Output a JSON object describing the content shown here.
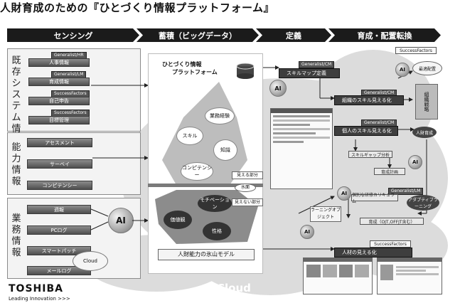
{
  "title": "人財育成のための『ひとづくり情報プラットフォーム』",
  "phases": [
    "センシング",
    "蓄積（ビッグデータ）",
    "定義",
    "育成・配置転換"
  ],
  "left": {
    "existing": {
      "label": "既存システム情報",
      "items": [
        {
          "tag": "Generalist/HR",
          "label": "人事情報"
        },
        {
          "tag": "Generalist/LM",
          "label": "育成情報"
        },
        {
          "tag": "SuccessFactors",
          "label": "自己申告"
        },
        {
          "tag": "SuccessFactors",
          "label": "目標管理"
        }
      ]
    },
    "ability": {
      "label": "能力情報",
      "items": [
        "アセスメント",
        "サーベイ",
        "コンピテンシー"
      ]
    },
    "work": {
      "label": "業務情報",
      "items": [
        "週報",
        "PCログ",
        "スマートパッチ",
        "メールログ"
      ]
    }
  },
  "center": {
    "platform_line1": "ひとづくり情報",
    "platform_line2": "プラットフォーム",
    "visible_items": [
      "業務経験",
      "スキル",
      "知識",
      "コンピテンシー"
    ],
    "visible_label": "見える部分",
    "waterline_label": "水面",
    "hidden_label": "見えない部分",
    "hidden_items": [
      "モチベーション",
      "価値観",
      "性格"
    ],
    "model_label": "人財能力の氷山モデル"
  },
  "define": {
    "items": [
      {
        "tag": "Generalist/CM",
        "label": "スキルマップ定義"
      },
      {
        "tag": "Generalist/CM",
        "label": "組織のスキル見える化"
      },
      {
        "tag": "Generalist/CM",
        "label": "個人のスキル見える化"
      }
    ],
    "skill_gap": "スキルギャップ分析",
    "training_plan": "育成計画"
  },
  "develop": {
    "sf_top": "SuccessFactors",
    "optimal": "最適配置",
    "org_strategy": "組織戦略",
    "talent_dev": "人財育成",
    "individual_curriculum_tag": "Generalist/LM",
    "individual_curriculum": "個別な研修カリキュラム",
    "adaptive": "アダプティブラーニング",
    "training": "育成（OJT,OFFJT含む）",
    "learning_object": "ラーニングオブジェクト",
    "sf_bottom": "SuccessFactors",
    "talent_visible": "人材の見える化"
  },
  "ai_label": "AI",
  "cloud_small": "Cloud",
  "cloud_big": "Cloud",
  "logo": "TOSHIBA",
  "tagline": "Leading Innovation >>>"
}
